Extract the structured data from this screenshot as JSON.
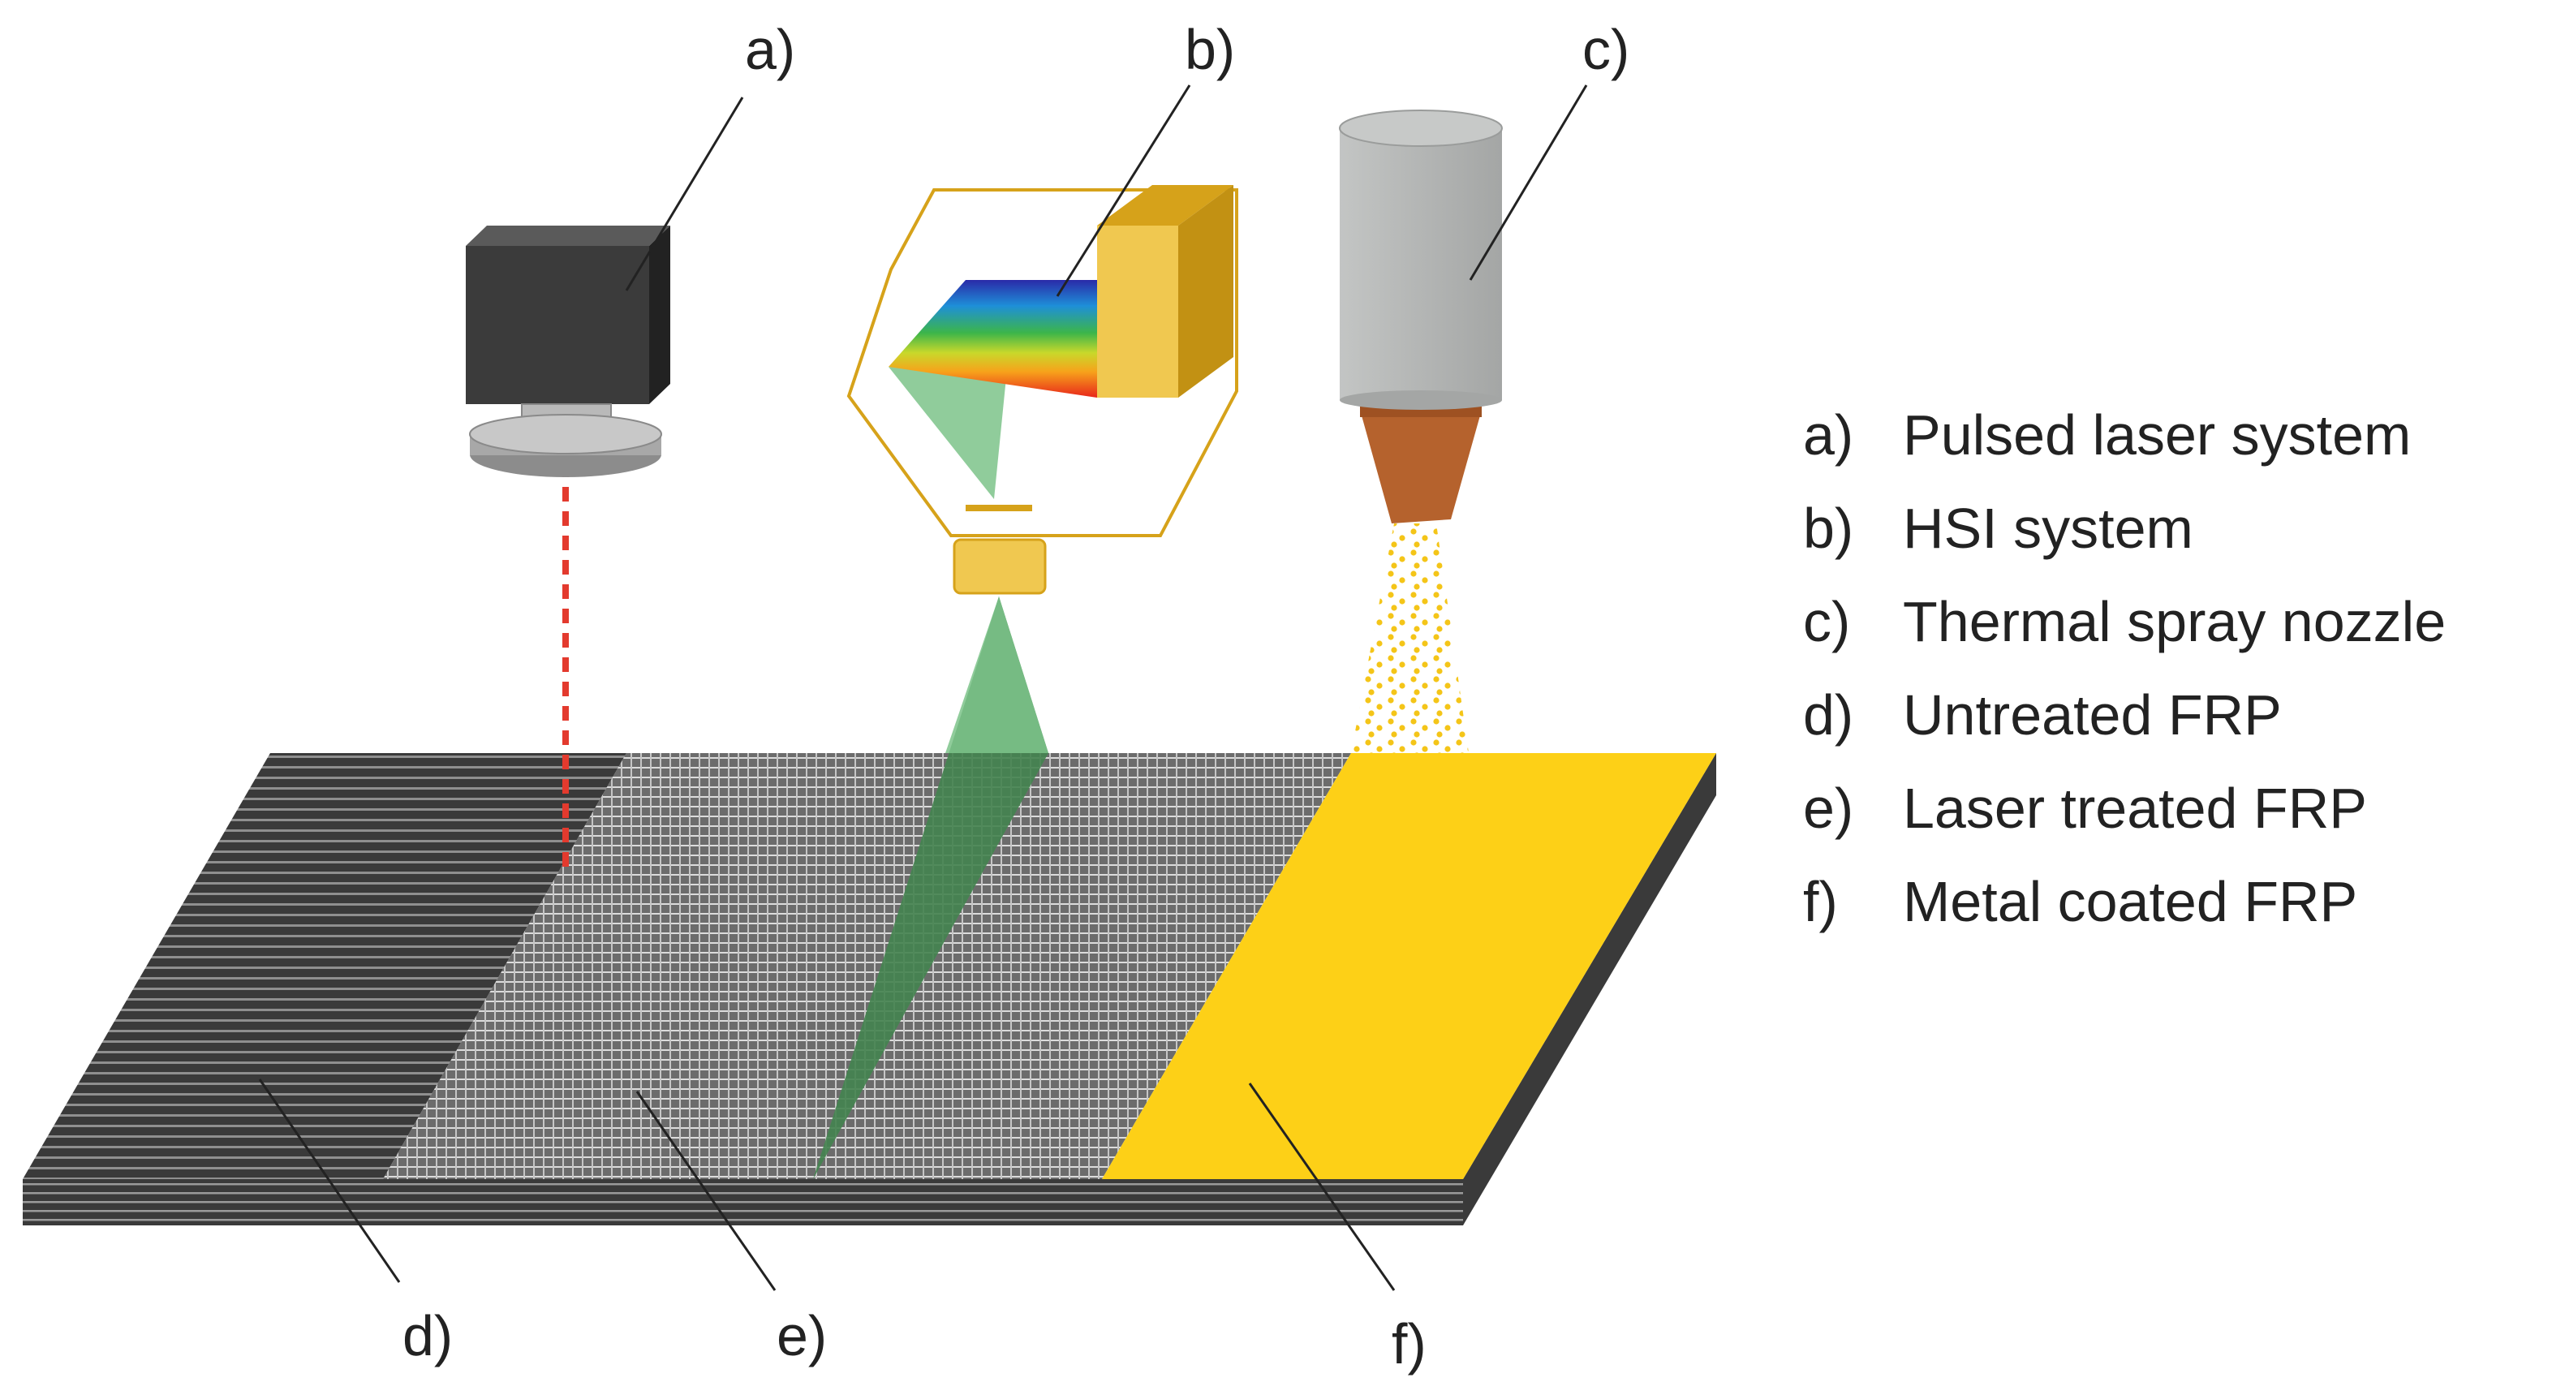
{
  "callouts": {
    "a": "a)",
    "b": "b)",
    "c": "c)",
    "d": "d)",
    "e": "e)",
    "f": "f)"
  },
  "legend": [
    {
      "key": "a)",
      "text": "Pulsed laser system"
    },
    {
      "key": "b)",
      "text": "HSI system"
    },
    {
      "key": "c)",
      "text": "Thermal spray nozzle"
    },
    {
      "key": "d)",
      "text": "Untreated FRP"
    },
    {
      "key": "e)",
      "text": "Laser treated FRP"
    },
    {
      "key": "f)",
      "text": "Metal coated FRP"
    }
  ],
  "colors": {
    "frp_dark": "#3a3a3a",
    "frp_stripe": "#8a8a8a",
    "laser_treated": "#6e6e6e",
    "coating": "#fdd017",
    "laser_beam": "#e33a2e",
    "laser_body": "#3b3b3b",
    "hsi_housing": "#f0c850",
    "hsi_outline": "#d6a21a",
    "hsi_light": "#7dc38a",
    "nozzle_body": "#b0b2b1",
    "nozzle_tip": "#b5622d",
    "spray": "#f4c518"
  }
}
